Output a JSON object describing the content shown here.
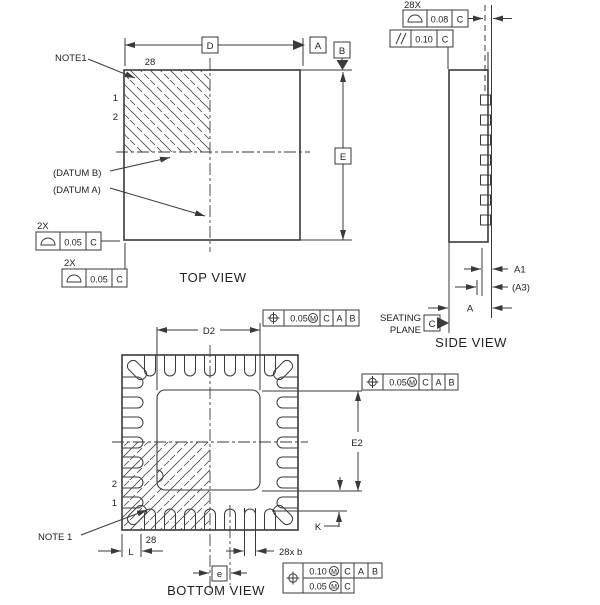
{
  "colors": {
    "line": "#3a3a3a",
    "background": "#ffffff"
  },
  "top_view": {
    "title": "TOP VIEW",
    "note": "NOTE1",
    "pin_28": "28",
    "pin_1": "1",
    "pin_2": "2",
    "datum_b_label": "(DATUM B)",
    "datum_a_label": "(DATUM A)",
    "dim_d": "D",
    "dim_e": "E",
    "datum_a": "A",
    "datum_b": "B",
    "coplanarity_1": {
      "qty": "2X",
      "tol": "0.05",
      "datum": "C"
    },
    "coplanarity_2": {
      "qty": "2X",
      "tol": "0.05",
      "datum": "C"
    }
  },
  "side_view": {
    "title": "SIDE VIEW",
    "lead_coplanarity": {
      "qty": "28X",
      "tol": "0.08",
      "datum": "C"
    },
    "parallelism": {
      "symbol": "//",
      "tol": "0.10",
      "datum": "C"
    },
    "dim_a1": "A1",
    "dim_a3": "(A3)",
    "dim_a": "A",
    "seating_line1": "SEATING",
    "seating_line2": "PLANE",
    "seating_datum": "C"
  },
  "bottom_view": {
    "title": "BOTTOM VIEW",
    "dim_d2": "D2",
    "dim_e2": "E2",
    "dim_k": "K",
    "dim_l": "L",
    "dim_e": "e",
    "dim_b": "28x b",
    "pin_1": "1",
    "pin_2": "2",
    "pin_28": "28",
    "note": "NOTE 1",
    "pos_frame_top": {
      "tol": "0.05",
      "modifier": "M",
      "d1": "C",
      "d2": "A",
      "d3": "B"
    },
    "pos_frame_right": {
      "tol": "0.05",
      "modifier": "M",
      "d1": "C",
      "d2": "A",
      "d3": "B"
    },
    "pos_frame_bottom": {
      "row1": {
        "tol": "0.10",
        "modifier": "M",
        "d1": "C",
        "d2": "A",
        "d3": "B"
      },
      "row2": {
        "tol": "0.05",
        "modifier": "M",
        "d1": "C"
      }
    }
  }
}
